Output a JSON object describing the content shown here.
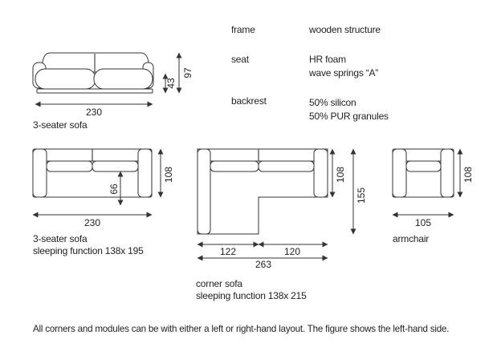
{
  "specs": {
    "frame": {
      "label": "frame",
      "value": "wooden structure"
    },
    "seat": {
      "label": "seat",
      "value_line1": "HR foam",
      "value_line2": "wave springs “A”"
    },
    "backrest": {
      "label": "backrest",
      "value_line1": "50% silicon",
      "value_line2": "50% PUR granules"
    }
  },
  "front_view": {
    "name": "3-seater sofa",
    "width": "230",
    "seat_height": "43",
    "total_height": "97"
  },
  "top_view_sofa": {
    "name": "3-seater sofa",
    "sleeping": "sleeping function 138x 195",
    "width": "230",
    "depth": "108",
    "seat_depth": "66"
  },
  "corner_sofa": {
    "name": "corner sofa",
    "sleeping": "sleeping function 138x 215",
    "depth": "108",
    "total_depth": "155",
    "left_part": "122",
    "right_part": "120",
    "total_width": "263"
  },
  "armchair": {
    "name": "armchair",
    "width": "105",
    "depth": "108"
  },
  "footnote": "All corners and modules can be with either a left or right-hand layout. The figure shows the left-hand side."
}
